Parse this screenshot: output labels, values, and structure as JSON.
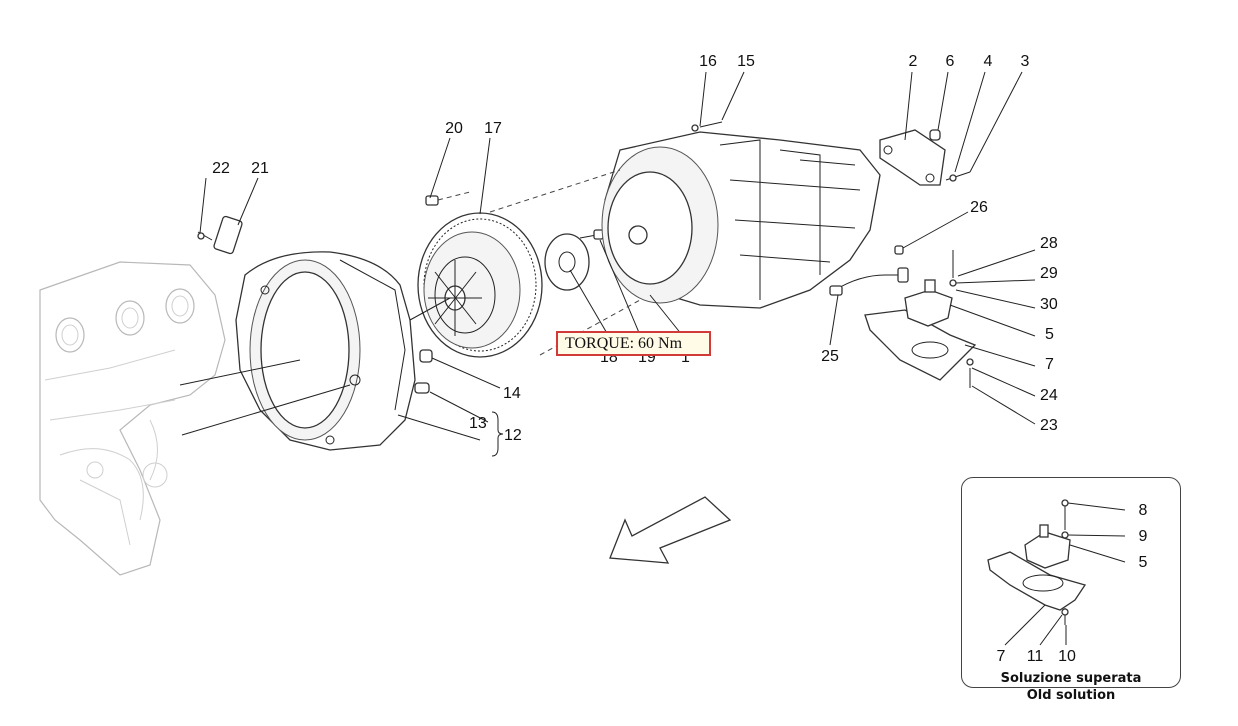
{
  "callouts": {
    "c1": "1",
    "c2": "2",
    "c3": "3",
    "c4": "4",
    "c5": "5",
    "c6": "6",
    "c7": "7",
    "c12": "12",
    "c13": "13",
    "c14": "14",
    "c15": "15",
    "c16": "16",
    "c17": "17",
    "c18": "18",
    "c19": "19",
    "c20": "20",
    "c21": "21",
    "c22": "22",
    "c23": "23",
    "c24": "24",
    "c25": "25",
    "c26": "26",
    "c28": "28",
    "c29": "29",
    "c30": "30"
  },
  "torque": {
    "label": "TORQUE: 60 Nm"
  },
  "inset": {
    "callouts": {
      "c8": "8",
      "c9": "9",
      "c5": "5",
      "c7": "7",
      "c11": "11",
      "c10": "10"
    },
    "caption_line1": "Soluzione superata",
    "caption_line2": "Old solution"
  },
  "colors": {
    "torque_border": "#d23a3a",
    "torque_fill": "#fffbe6"
  }
}
